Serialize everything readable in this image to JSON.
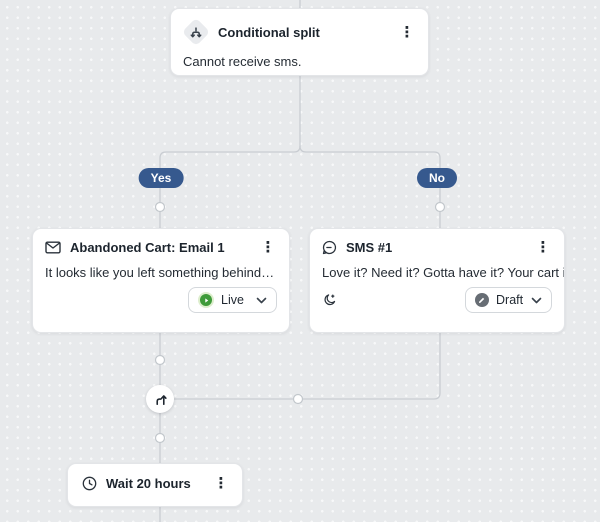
{
  "canvas": {
    "background_color": "#e8eaec",
    "dot_color": "#f7f8f9",
    "wire_color": "#c9cdd2",
    "branch_pill_color": "#36598e"
  },
  "nodes": {
    "conditional_split": {
      "icon": "split-icon",
      "title": "Conditional split",
      "body": "Cannot receive sms.",
      "menu": "kebab-menu-icon"
    },
    "branches": {
      "yes_label": "Yes",
      "no_label": "No"
    },
    "email": {
      "icon": "envelope-icon",
      "title": "Abandoned Cart: Email 1",
      "body": "It looks like you left something behind…",
      "status": {
        "label": "Live",
        "icon": "play-circle-icon",
        "color": "#3f9b3a"
      }
    },
    "sms": {
      "icon": "chat-bubble-icon",
      "title": "SMS #1",
      "body": "Love it? Need it? Gotta have it? Your cart i…",
      "quiet_hours_icon": "moon-icon",
      "status": {
        "label": "Draft",
        "icon": "pencil-circle-icon",
        "color": "#676d74"
      }
    },
    "merge": {
      "icon": "merge-arrows-icon"
    },
    "wait": {
      "icon": "clock-icon",
      "title": "Wait 20 hours",
      "menu": "kebab-menu-icon"
    }
  }
}
